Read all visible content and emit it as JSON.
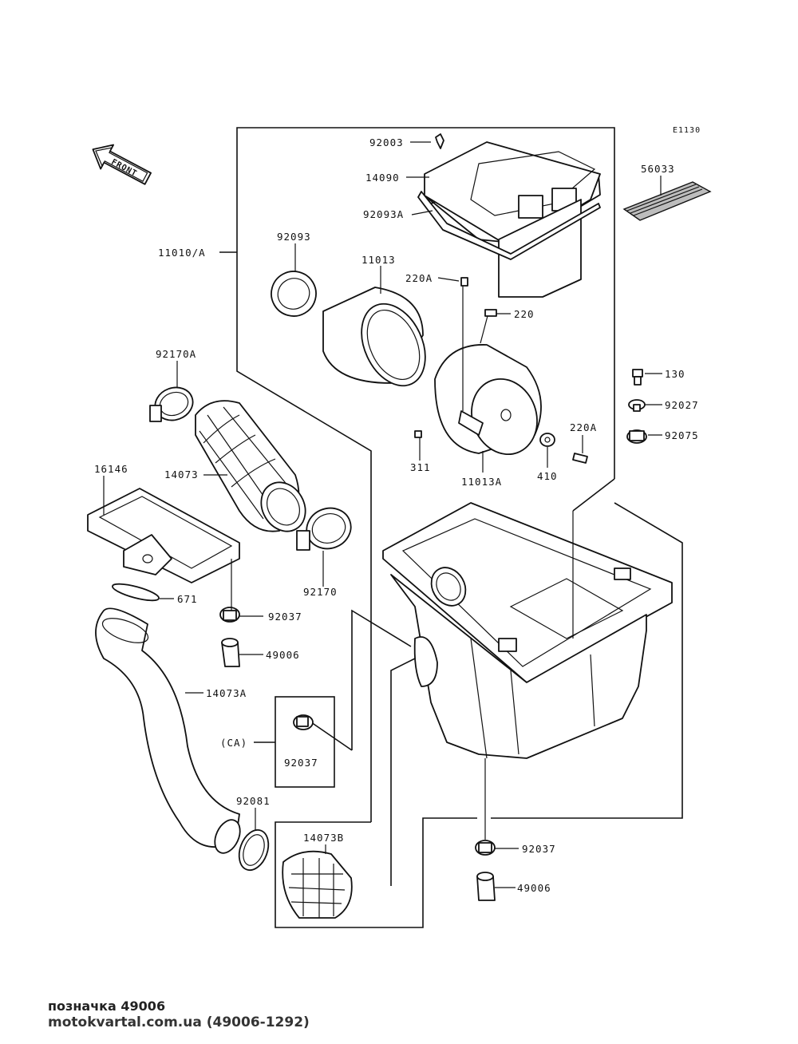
{
  "diagram": {
    "code": "E1130",
    "front_label": "FRONT",
    "parts": {
      "p92003": "92003",
      "p14090": "14090",
      "p92093A": "92093A",
      "p56033": "56033",
      "p11010A": "11010/A",
      "p92093": "92093",
      "p11013": "11013",
      "p220A_top": "220A",
      "p220": "220",
      "p92170A": "92170A",
      "p130": "130",
      "p92027": "92027",
      "p92075": "92075",
      "p220A_side": "220A",
      "p311": "311",
      "p11013A": "11013A",
      "p410": "410",
      "p16146": "16146",
      "p14073": "14073",
      "p92170": "92170",
      "p671": "671",
      "p92037_a": "92037",
      "p49006_a": "49006",
      "p14073A": "14073A",
      "pCA": "(CA)",
      "p92037_b": "92037",
      "p92081": "92081",
      "p14073B": "14073B",
      "p92037_c": "92037",
      "p49006_b": "49006"
    }
  },
  "footer": {
    "caption_1": "позначка 49006",
    "caption_2": "motokvartal.com.ua (49006-1292)"
  }
}
